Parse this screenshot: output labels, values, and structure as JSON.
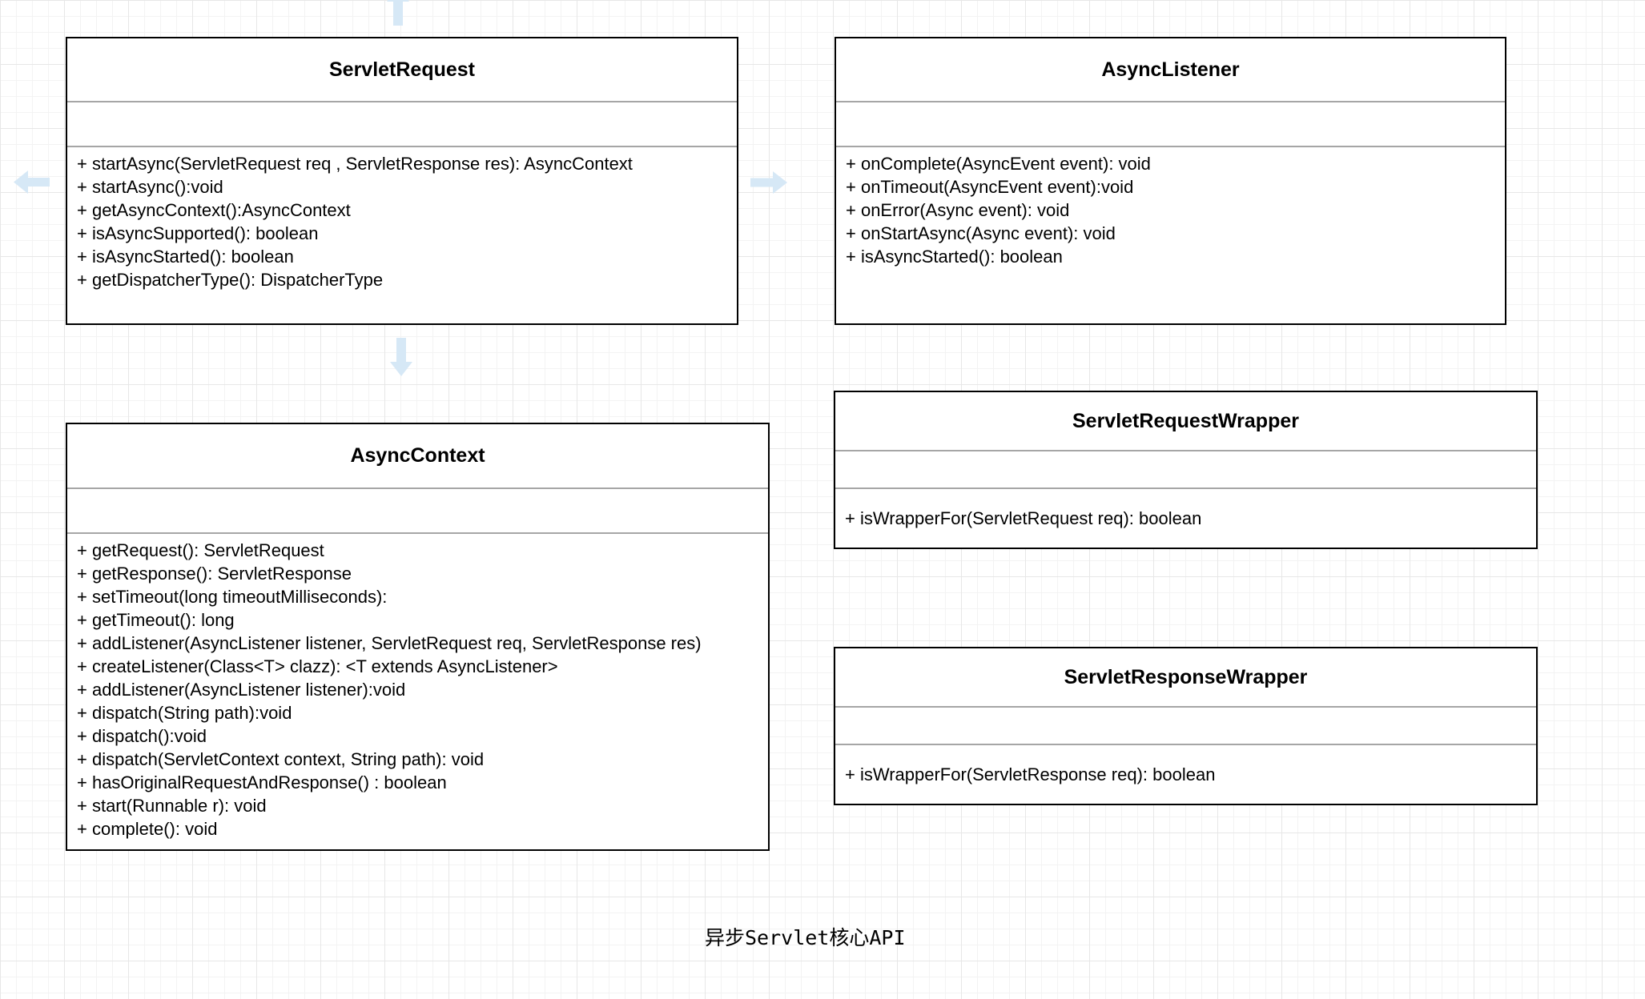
{
  "diagram": {
    "caption": "异步Servlet核心API",
    "colors": {
      "arrow_fill": "#d6e8f6",
      "shape_border": "#000000",
      "separator": "#a6a6a6",
      "grid_minor": "#f3f3f3",
      "grid_major": "#e7e7e7"
    },
    "classes": [
      {
        "title": "ServletRequest",
        "attributes": [],
        "methods": [
          "+ startAsync(ServletRequest req , ServletResponse res): AsyncContext",
          "+ startAsync():void",
          "+ getAsyncContext():AsyncContext",
          "+ isAsyncSupported(): boolean",
          "+ isAsyncStarted(): boolean",
          "+ getDispatcherType(): DispatcherType"
        ]
      },
      {
        "title": "AsyncListener",
        "attributes": [],
        "methods": [
          "+ onComplete(AsyncEvent event): void",
          "+ onTimeout(AsyncEvent event):void",
          "+ onError(Async event): void",
          "+ onStartAsync(Async event): void",
          "+ isAsyncStarted(): boolean"
        ]
      },
      {
        "title": "AsyncContext",
        "attributes": [],
        "methods": [
          "+ getRequest(): ServletRequest",
          "+ getResponse(): ServletResponse",
          "+ setTimeout(long timeoutMilliseconds):",
          "+ getTimeout(): long",
          "+ addListener(AsyncListener listener, ServletRequest req, ServletResponse res)",
          "+ createListener(Class<T> clazz): <T extends AsyncListener>",
          "+ addListener(AsyncListener listener):void",
          "+ dispatch(String path):void",
          "+ dispatch():void",
          "+ dispatch(ServletContext context, String path): void",
          "+ hasOriginalRequestAndResponse() : boolean",
          "+ start(Runnable r): void",
          "+ complete(): void"
        ]
      },
      {
        "title": "ServletRequestWrapper",
        "attributes": [],
        "methods": [
          "+ isWrapperFor(ServletRequest req): boolean"
        ]
      },
      {
        "title": "ServletResponseWrapper",
        "attributes": [],
        "methods": [
          "+ isWrapperFor(ServletResponse req): boolean"
        ]
      }
    ],
    "arrows": [
      {
        "direction": "left"
      },
      {
        "direction": "right"
      },
      {
        "direction": "down"
      },
      {
        "direction": "up-clipped"
      }
    ]
  }
}
